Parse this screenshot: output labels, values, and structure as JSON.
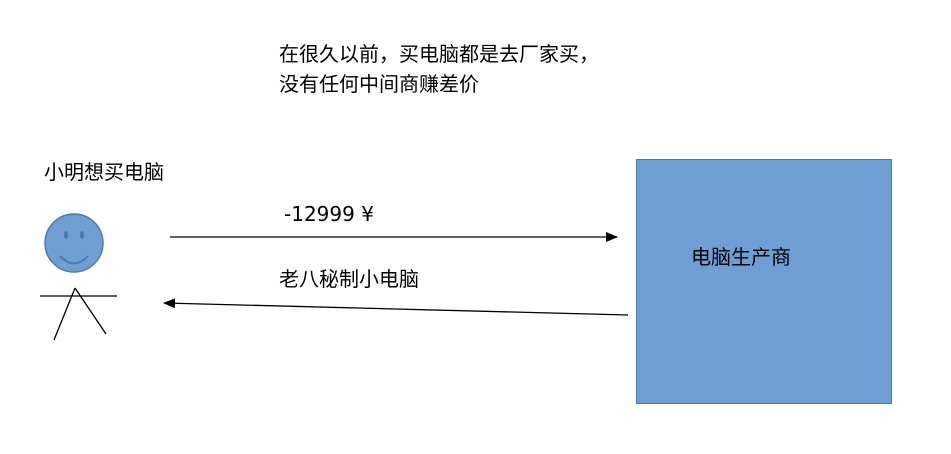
{
  "caption": {
    "line1": "在很久以前，买电脑都是去厂家买，",
    "line2": "没有任何中间商赚差价"
  },
  "person": {
    "label": "小明想买电脑",
    "icon": "stick-figure-smiley-icon",
    "face_color": "#6f9fd2"
  },
  "flows": {
    "payment": "-12999 ¥",
    "product": "老八秘制小电脑"
  },
  "manufacturer": {
    "label": "电脑生产商",
    "box_color": "#6f9fd2"
  }
}
